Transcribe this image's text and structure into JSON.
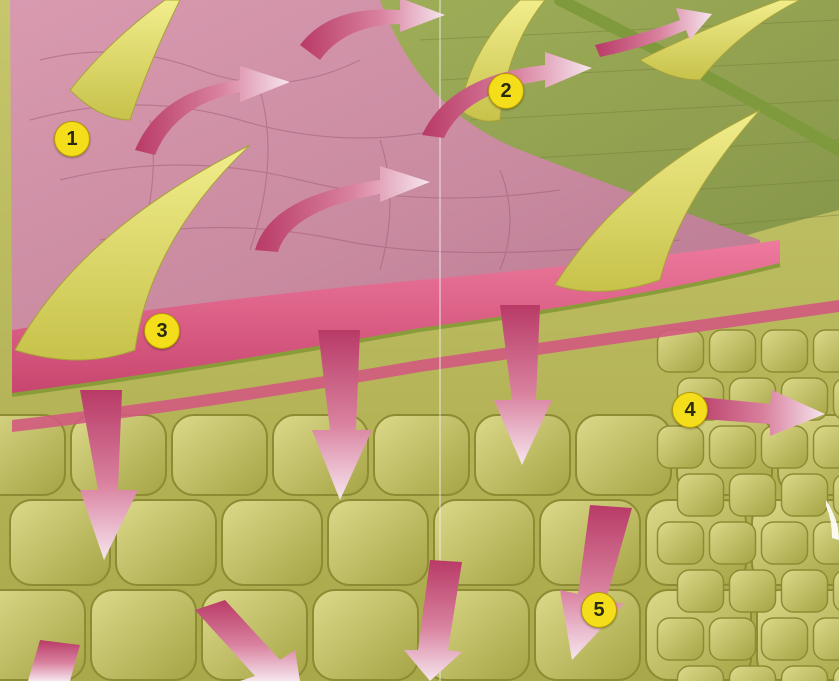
{
  "colors": {
    "arrow": "#c2426e",
    "arrow_tip": "#f6e6ee",
    "epidermis": "#d5577f",
    "upper_surface": "#c98aa0",
    "leaf_tissue": "#b8b85a",
    "hair": "#d8d456",
    "marker_fill": "#f4dd1a",
    "marker_text": "#2a2a10"
  },
  "markers": [
    {
      "label": "1"
    },
    {
      "label": "2"
    },
    {
      "label": "3"
    },
    {
      "label": "4"
    },
    {
      "label": "5"
    }
  ]
}
